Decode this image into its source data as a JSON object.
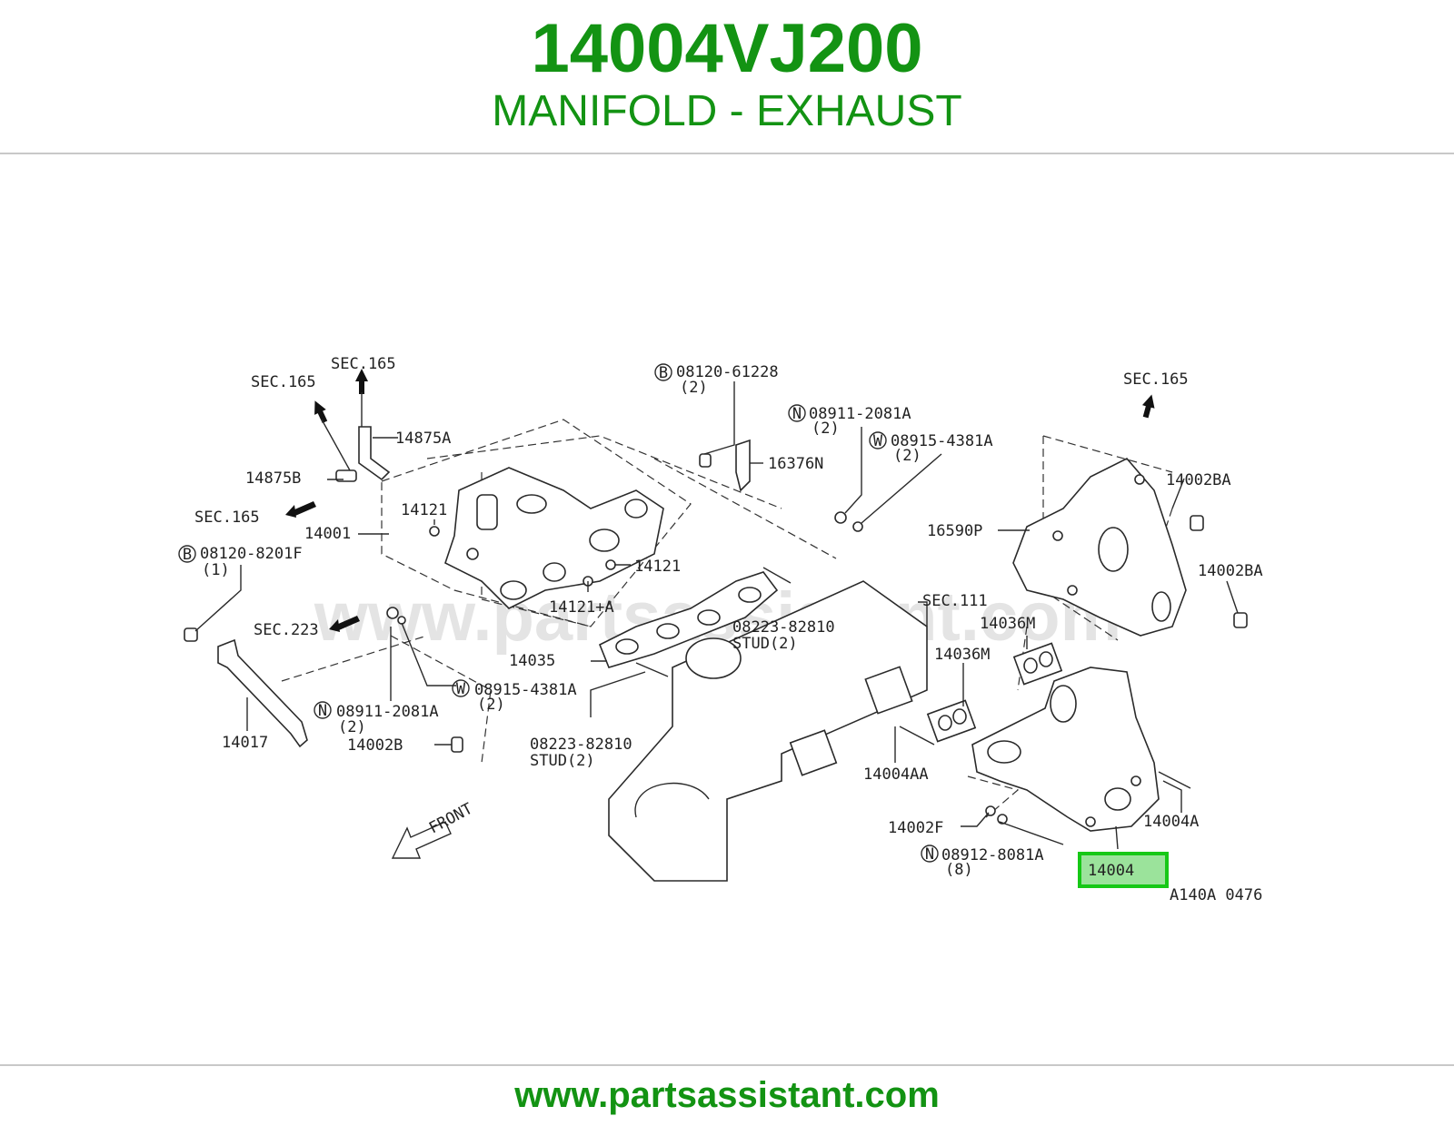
{
  "header": {
    "part_number": "14004VJ200",
    "part_name": "MANIFOLD - EXHAUST"
  },
  "footer": {
    "url": "www.partsassistant.com"
  },
  "diagram": {
    "watermark": "www.partsassistant.com",
    "code": "A140A 0476",
    "front": "FRONT",
    "highlight_color": "#16c816",
    "labels": {
      "sec165_a": "SEC.165",
      "sec165_b": "SEC.165",
      "sec165_c": "SEC.165",
      "sec165_d": "SEC.165",
      "sec223": "SEC.223",
      "sec111": "SEC.111",
      "p14875A": "14875A",
      "p14875B": "14875B",
      "p14121a": "14121",
      "p14001": "14001",
      "p14121b": "14121",
      "p14121A": "14121+A",
      "b08120_8201F": "08120-8201F",
      "b08120_8201F_qty": "(1)",
      "b08120_61228": "08120-61228",
      "b08120_61228_qty": "(2)",
      "p16376N": "16376N",
      "n08911_2081A_a": "08911-2081A",
      "n08911_2081A_a_qty": "(2)",
      "w08915_4381A_a": "08915-4381A",
      "w08915_4381A_a_qty": "(2)",
      "stud_a": "08223-82810",
      "stud_a_desc": "STUD(2)",
      "p14035": "14035",
      "w08915_4381A_b": "08915-4381A",
      "w08915_4381A_b_qty": "(2)",
      "n08911_2081A_b": "08911-2081A",
      "n08911_2081A_b_qty": "(2)",
      "p14017": "14017",
      "p14002B": "14002B",
      "stud_b": "08223-82810",
      "stud_b_desc": "STUD(2)",
      "p14002BA_a": "14002BA",
      "p16590P": "16590P",
      "p14002BA_b": "14002BA",
      "p14036M_a": "14036M",
      "p14036M_b": "14036M",
      "p14004AA": "14004AA",
      "p14004A": "14004A",
      "p14002F": "14002F",
      "n08912_8081A": "08912-8081A",
      "n08912_8081A_qty": "(8)",
      "p14004": "14004"
    },
    "badges": {
      "B": "B",
      "N": "N",
      "W": "W"
    }
  }
}
